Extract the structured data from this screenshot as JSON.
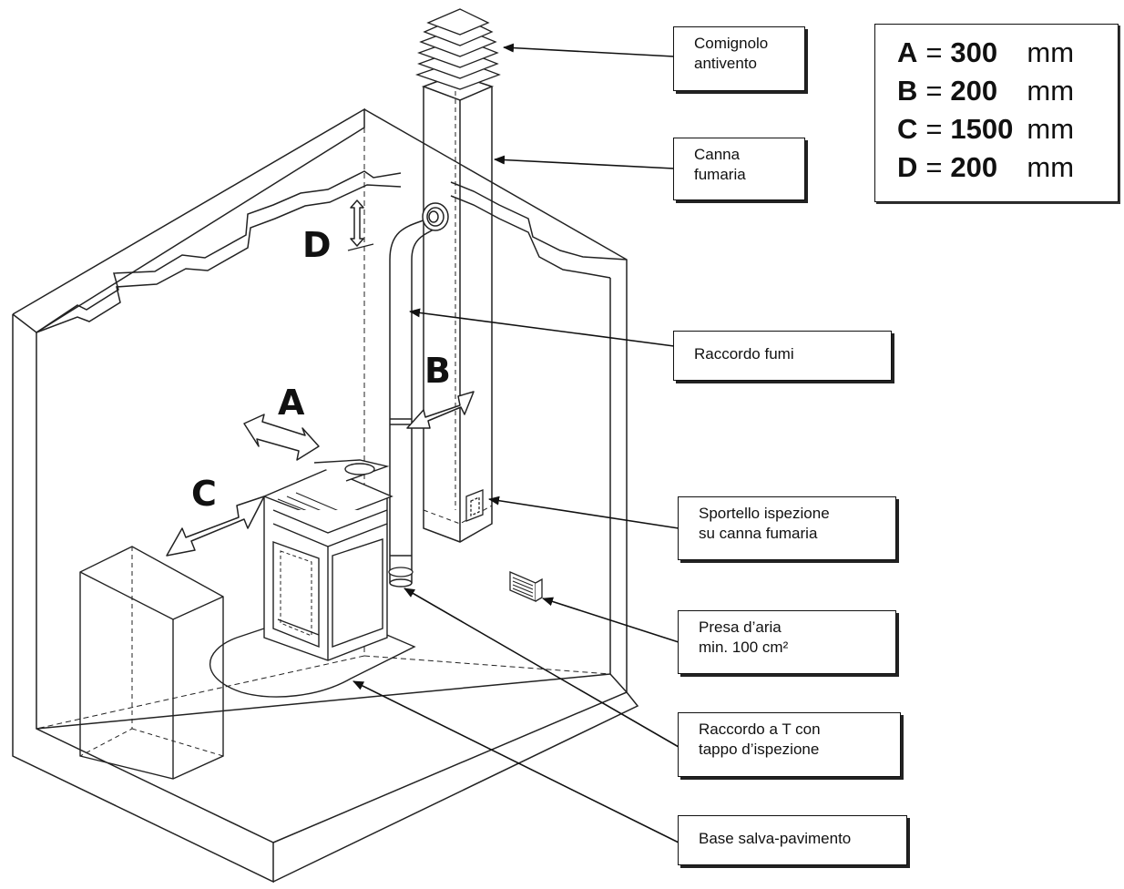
{
  "diagram": {
    "callouts": {
      "comignolo": [
        "Comignolo",
        "antivento"
      ],
      "canna": [
        "Canna",
        "fumaria"
      ],
      "raccordo_fumi": [
        "Raccordo fumi"
      ],
      "sportello": [
        "Sportello ispezione",
        "su canna fumaria"
      ],
      "presa": [
        "Presa d’aria",
        "min. 100 cm²"
      ],
      "raccordo_t": [
        "Raccordo a T con",
        "tappo d’ispezione"
      ],
      "base": [
        "Base salva-pavimento"
      ]
    },
    "letters": {
      "a": "A",
      "b": "B",
      "c": "C",
      "d": "D"
    },
    "dimensions": [
      {
        "letter": "A",
        "eq": "=",
        "value": "300",
        "unit": "mm"
      },
      {
        "letter": "B",
        "eq": "=",
        "value": "200",
        "unit": "mm"
      },
      {
        "letter": "C",
        "eq": "=",
        "value": "1500",
        "unit": "mm"
      },
      {
        "letter": "D",
        "eq": "=",
        "value": "200",
        "unit": "mm"
      }
    ]
  }
}
